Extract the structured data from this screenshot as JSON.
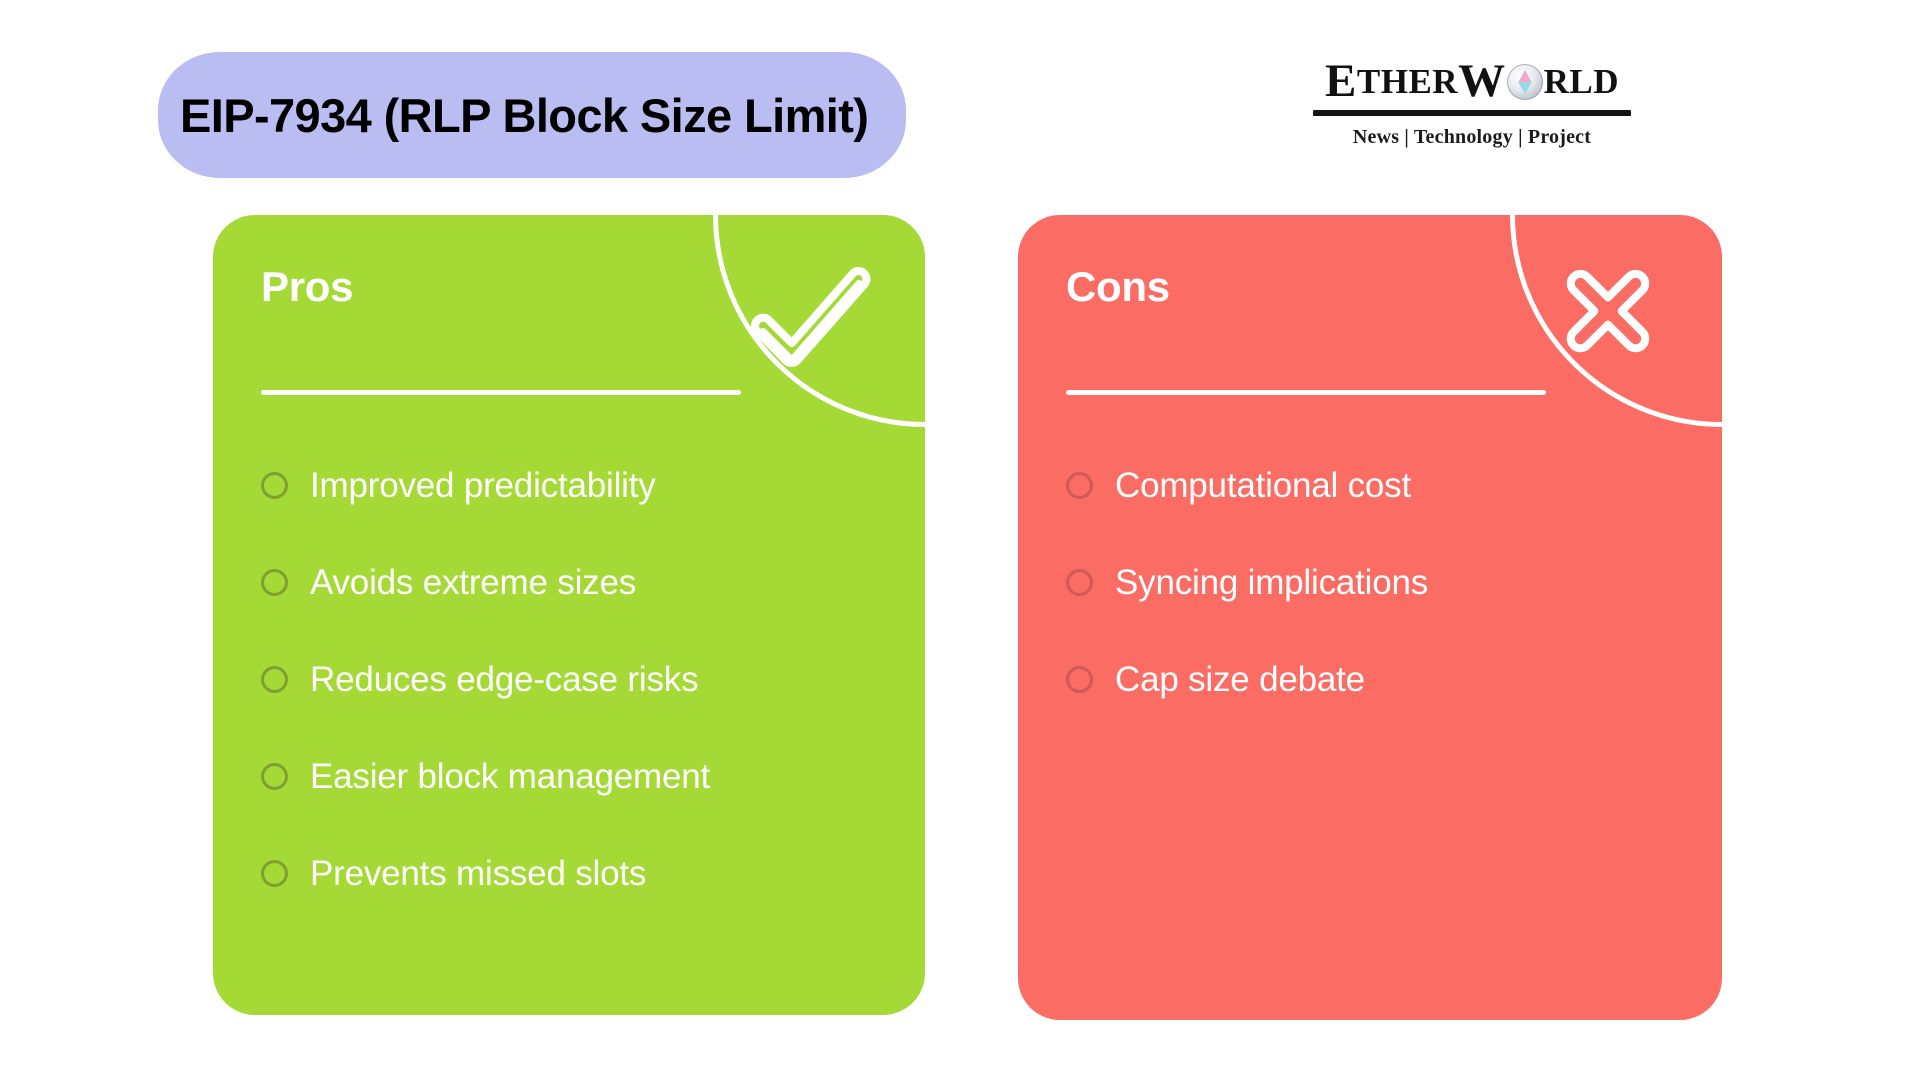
{
  "slide": {
    "background_color": "#ffffff",
    "title": "EIP-7934 (RLP Block Size Limit)",
    "title_pill_color": "#b9bdf2",
    "title_text_color": "#000000"
  },
  "logo": {
    "name": "EtherWorld",
    "word_parts": {
      "e": "E",
      "ther": "THER",
      "w": "W",
      "rld": "RLD"
    },
    "icon": "ethereum-diamond-icon",
    "tagline": "News | Technology | Project"
  },
  "cards": [
    {
      "id": "pros",
      "title": "Pros",
      "accent_color": "#a5d936",
      "bullet_color": "#7f9f33",
      "icon": "check-icon",
      "items": [
        {
          "label": "Improved predictability"
        },
        {
          "label": "Avoids extreme sizes"
        },
        {
          "label": "Reduces edge-case risks"
        },
        {
          "label": "Easier block management"
        },
        {
          "label": "Prevents missed slots"
        }
      ]
    },
    {
      "id": "cons",
      "title": "Cons",
      "accent_color": "#fa6c64",
      "bullet_color": "#cf5a57",
      "icon": "cross-icon",
      "items": [
        {
          "label": "Computational cost"
        },
        {
          "label": "Syncing implications"
        },
        {
          "label": "Cap size debate"
        }
      ]
    }
  ]
}
